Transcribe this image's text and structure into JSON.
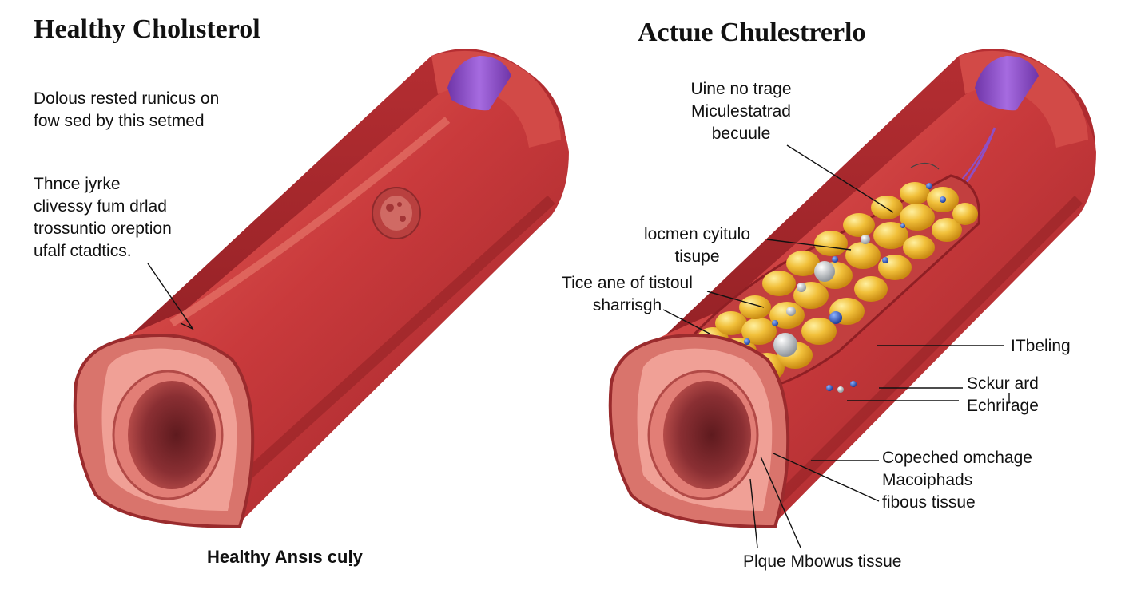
{
  "left_panel": {
    "title": "Healthy Cholısterol",
    "text_block_1": "Dolous rested runicus on\nfow sed by this setmed",
    "text_block_2": "Thnce jyrke\nclivessy fum drlad\ntrossuntio oreption\nufalf ctadtics.",
    "caption": "Healthy Ansıs cuḷy"
  },
  "right_panel": {
    "title": "Actuıe Chulestrerlo",
    "labels": {
      "top": "Uine no trage\nMiculestatrad\nbecuule",
      "locmen": "locmen cyitulo\ntisupe",
      "tice": "Tice ane of tistoul\nsharrisgh",
      "itbeling": "ITbeling",
      "sckur": "Sckur ard\nEchrirage",
      "copeched": "Copeched omchage\nMacoiphads\nfibous tissue",
      "plque": "Plque Mbowus tissue"
    }
  },
  "colors": {
    "artery_red": "#c8363a",
    "artery_dark": "#8f1f24",
    "artery_light": "#e25a52",
    "wall_pink": "#e98f86",
    "lumen_dark": "#8a2f33",
    "fat_yellow": "#f1c03a",
    "vein_purple": "#8e4fc4"
  }
}
